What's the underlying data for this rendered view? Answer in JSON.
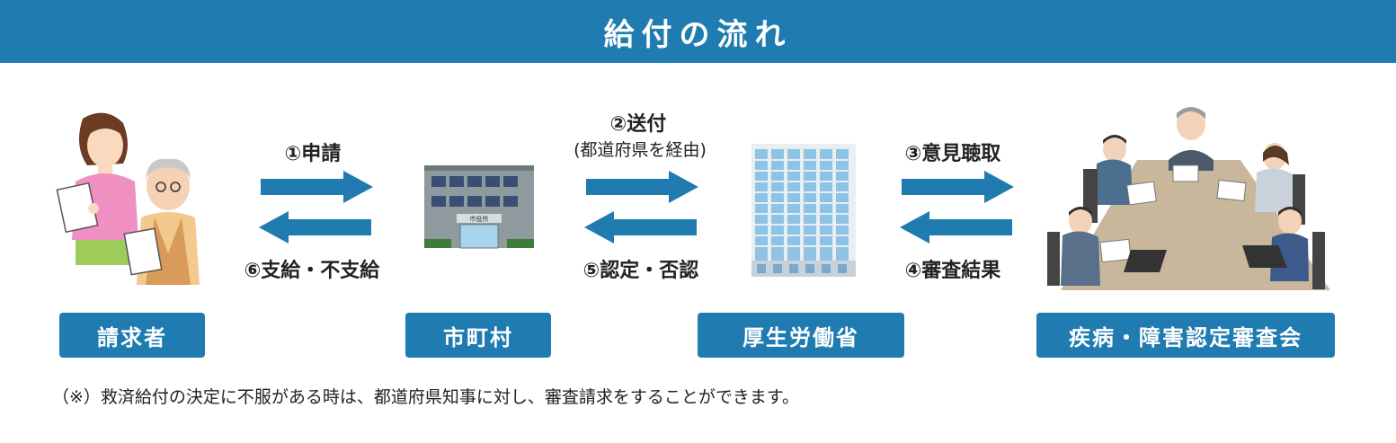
{
  "header": {
    "title": "給付の流れ"
  },
  "steps": {
    "s1": "①申請",
    "s2": "②送付",
    "s2_sub": "(都道府県を経由)",
    "s3": "③意見聴取",
    "s4": "④審査結果",
    "s5": "⑤認定・否認",
    "s6": "⑥支給・不支給"
  },
  "actors": {
    "claimant": "請求者",
    "municipality": "市町村",
    "ministry": "厚生労働省",
    "council": "疾病・障害認定審査会"
  },
  "building_sign": "市役所",
  "note": "（※）救済給付の決定に不服がある時は、都道府県知事に対し、審査請求をすることができます。",
  "colors": {
    "accent": "#1f7bb0"
  }
}
